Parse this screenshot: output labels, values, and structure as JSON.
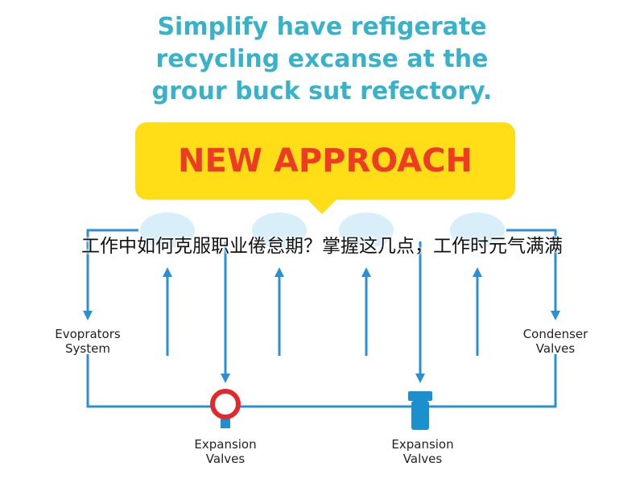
{
  "headline": {
    "lines": [
      "Simplify have refigerate",
      "recycling excanse at the",
      "grour buck sut refectory."
    ]
  },
  "callout": {
    "text": "NEW APPROACH"
  },
  "overlay": {
    "text": "工作中如何克服职业倦怠期？掌握这几点，工作时元气满满"
  },
  "labels": {
    "evaporators": [
      "Evoprators",
      "System"
    ],
    "condenser": [
      "Condenser",
      "Valves"
    ],
    "expansion_left": [
      "Expansion",
      "Valves"
    ],
    "expansion_right": [
      "Expansion",
      "Valves"
    ]
  },
  "colors": {
    "headline": "#36b2c9",
    "callout_bg": "#ffde17",
    "callout_text": "#ee3b24",
    "arrow": "#2b8fd6",
    "node_fill": "#d8eef8",
    "valve_red": "#e3292b",
    "valve_blue": "#1c8fcf"
  }
}
